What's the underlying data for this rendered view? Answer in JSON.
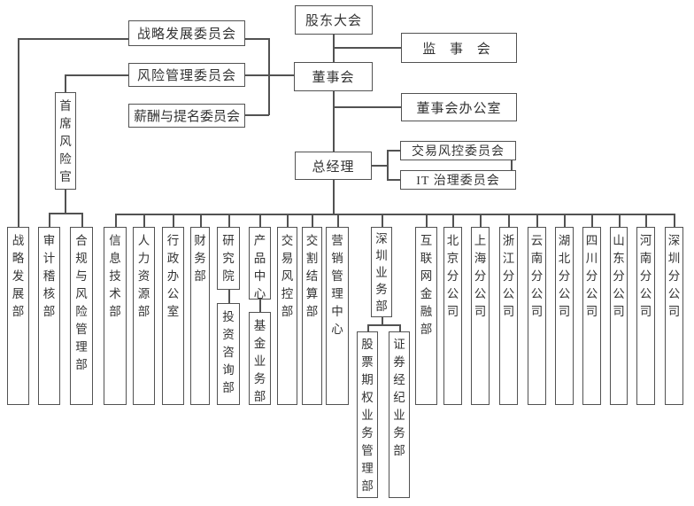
{
  "colors": {
    "line": "#525252",
    "text": "#333333",
    "background": "#ffffff"
  },
  "governance": {
    "shareholders_meeting": "股东大会",
    "supervisory_board": "监 事 会",
    "board_of_directors": "董事会",
    "board_office": "董事会办公室",
    "strategy_development_committee": "战略发展委员会",
    "risk_management_committee": "风险管理委员会",
    "compensation_nomination_committee": "薪酬与提名委员会",
    "chief_risk_officer": "首席风险官",
    "general_manager": "总经理",
    "trading_risk_control_committee": "交易风控委员会",
    "it_governance_committee": "IT 治理委员会"
  },
  "departments": {
    "strategy_development": "战略发展部",
    "audit": "审计稽核部",
    "compliance_risk": "合规与风险管理部",
    "information_technology": "信息技术部",
    "human_resources": "人力资源部",
    "admin_office": "行政办公室",
    "finance": "财务部",
    "research_institute": "研究院",
    "investment_consulting": "投资咨询部",
    "product_center": "产品中心",
    "fund_business": "基金业务部",
    "trading_risk_control": "交易风控部",
    "clearing_settlement": "交割结算部",
    "marketing_center": "营销管理中心",
    "shenzhen_business": "深圳业务部",
    "stock_options_mgmt": "股票期权业务管理部",
    "securities_brokerage": "证券经纪业务部",
    "internet_finance": "互联网金融部"
  },
  "branches": {
    "beijing": "北京分公司",
    "shanghai": "上海分公司",
    "zhejiang": "浙江分公司",
    "yunnan": "云南分公司",
    "hubei": "湖北分公司",
    "sichuan": "四川分公司",
    "shandong": "山东分公司",
    "henan": "河南分公司",
    "shenzhen": "深圳分公司"
  }
}
